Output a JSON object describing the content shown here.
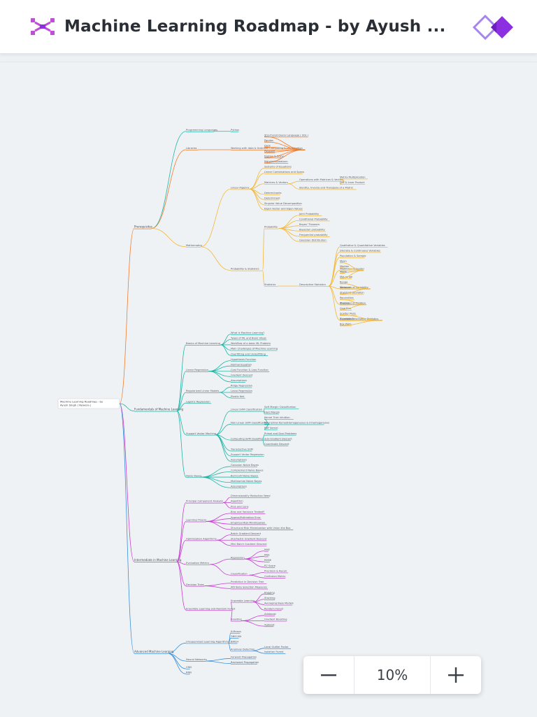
{
  "header": {
    "title": "Machine Learning Roadmap - by Ayush ...",
    "logo_icon": "mindmap-cross-icon",
    "brand_icon": "double-diamond-logo-icon"
  },
  "colors": {
    "accent": "#8b2fe0",
    "orange": "#f07a2a",
    "yellow": "#f2b83a",
    "red": "#e23a4e",
    "teal": "#1fb5a5",
    "magenta": "#c43fcf",
    "blue": "#3a8fd9"
  },
  "zoom": {
    "level": "10%",
    "minus_icon": "minus-icon",
    "plus_icon": "plus-icon"
  },
  "mindmap": {
    "root": "Machine Learning Roadmap - by Ayush Singh ( Newera )",
    "branches": [
      {
        "label": "Prerequisites",
        "children": [
          {
            "label": "Programming Languages",
            "children": [
              {
                "label": "Python"
              }
            ]
          },
          {
            "label": "Libraries",
            "children": [
              {
                "label": "Working with data & Scientific Computing & Visualization",
                "children": [
                  {
                    "label": "Structured Query Language ( SQL )"
                  },
                  {
                    "label": "Pandas"
                  },
                  {
                    "label": "Dask"
                  },
                  {
                    "label": "Polypore"
                  },
                  {
                    "label": "Numpy & Scipy"
                  },
                  {
                    "label": "Matplotlib/seaborn"
                  }
                ]
              }
            ]
          },
          {
            "label": "Mathematics",
            "children": [
              {
                "label": "Linear Algebra",
                "children": [
                  {
                    "label": "Systems of Equations"
                  },
                  {
                    "label": "Linear Combinations and Spans"
                  },
                  {
                    "label": "Matrices & Vectors",
                    "children": [
                      {
                        "label": "Operations with Matrices & Vectors",
                        "children": [
                          {
                            "label": "Matrix Multiplication"
                          },
                          {
                            "label": "Dot & Inner Product"
                          }
                        ]
                      },
                      {
                        "label": "Identity, Inverse and Transpose of a Matrix"
                      }
                    ]
                  },
                  {
                    "label": "Determinants"
                  },
                  {
                    "label": "Determinant"
                  },
                  {
                    "label": "Singular Value Decomposition"
                  },
                  {
                    "label": "Eigen Vector and Eigen Values"
                  }
                ]
              },
              {
                "label": "Probability & Statistics",
                "children": [
                  {
                    "label": "Probability",
                    "children": [
                      {
                        "label": "Joint Probability"
                      },
                      {
                        "label": "Conditional Probability"
                      },
                      {
                        "label": "Bayes' Theorem"
                      },
                      {
                        "label": "Bayesian probability"
                      },
                      {
                        "label": "Frequentist probability"
                      },
                      {
                        "label": "Gaussian Distribution"
                      }
                    ]
                  },
                  {
                    "label": "Statistics",
                    "children": [
                      {
                        "label": "Descriptive Statistics",
                        "children": [
                          {
                            "label": "Qualitative & Quantitative Variables"
                          },
                          {
                            "label": "Discrete & Continuous Variables"
                          },
                          {
                            "label": "Population & Sample"
                          },
                          {
                            "label": "Measures of Center",
                            "children": [
                              {
                                "label": "Mean"
                              },
                              {
                                "label": "Median"
                              },
                              {
                                "label": "Mode"
                              },
                              {
                                "label": "Mid-range"
                              }
                            ]
                          },
                          {
                            "label": "Measures of Variability",
                            "children": [
                              {
                                "label": "Range"
                              },
                              {
                                "label": "Variance"
                              },
                              {
                                "label": "Standard Deviation"
                              }
                            ]
                          },
                          {
                            "label": "Measures of Position",
                            "children": [
                              {
                                "label": "Percentiles"
                              },
                              {
                                "label": "Z-score"
                              },
                              {
                                "label": "Quartiles"
                              }
                            ]
                          },
                          {
                            "label": "Bivariate Descriptive Statistics",
                            "children": [
                              {
                                "label": "Scatter Plots"
                              },
                              {
                                "label": "Correlation"
                              },
                              {
                                "label": "Box Plots"
                              }
                            ]
                          }
                        ]
                      }
                    ]
                  }
                ]
              }
            ]
          }
        ]
      },
      {
        "label": "Fundamentals of Machine Learning",
        "children": [
          {
            "label": "Basics of Machine Learning",
            "children": [
              {
                "label": "What is Machine Learning?"
              },
              {
                "label": "Types of ML and Basic Steps"
              },
              {
                "label": "Workflow of a basic ML Problem"
              },
              {
                "label": "Main Challenges of Machine Learning"
              },
              {
                "label": "Overfitting and Underfitting"
              }
            ]
          },
          {
            "label": "Linear Regression",
            "children": [
              {
                "label": "Hypothesis Function"
              },
              {
                "label": "Normal Equation"
              },
              {
                "label": "Cost Function & Loss Function"
              },
              {
                "label": "Gradient Descent"
              },
              {
                "label": "Assumptions"
              }
            ]
          },
          {
            "label": "Regularized Linear Models",
            "children": [
              {
                "label": "Ridge Regression"
              },
              {
                "label": "Lasso Regression"
              },
              {
                "label": "Elastic Net"
              }
            ]
          },
          {
            "label": "Logistic Regression"
          },
          {
            "label": "Support Vector Machine",
            "children": [
              {
                "label": "Linear SVM Classification",
                "children": [
                  {
                    "label": "Soft Margin Classification"
                  },
                  {
                    "label": "Hard Margin"
                  }
                ]
              },
              {
                "label": "Non Linear SVM Classification",
                "children": [
                  {
                    "label": "Kernel Trick Intuition"
                  },
                  {
                    "label": "Polynomial Kernel/Homogeneous & Inhomogeneous"
                  },
                  {
                    "label": "RBF Kernel"
                  }
                ]
              },
              {
                "label": "Computing SVM Classifier",
                "children": [
                  {
                    "label": "Primal and Dual Problems"
                  },
                  {
                    "label": "Sub-Gradient Descent"
                  },
                  {
                    "label": "Coordinate Descent"
                  }
                ]
              },
              {
                "label": "Transductive SVM"
              },
              {
                "label": "Support Vector Regression"
              },
              {
                "label": "Assumptions"
              }
            ]
          },
          {
            "label": "Naive Bayes",
            "children": [
              {
                "label": "Gaussian Naive Bayes"
              },
              {
                "label": "Complement Naive Bayes"
              },
              {
                "label": "Bernoulli Naive Bayes"
              },
              {
                "label": "Multinomial Naive Bayes"
              },
              {
                "label": "Assumptions"
              }
            ]
          }
        ]
      },
      {
        "label": "Intermediate in Machine Learning",
        "children": [
          {
            "label": "Principal Component Analysis",
            "children": [
              {
                "label": "Dimensionality Reduction Need"
              },
              {
                "label": "Algorithm"
              },
              {
                "label": "Pros and Cons"
              }
            ]
          },
          {
            "label": "Learning Theory",
            "children": [
              {
                "label": "Bias and Variance Tradeoff"
              },
              {
                "label": "Approx/Estimation Error"
              },
              {
                "label": "Empirical Risk Minimization"
              },
              {
                "label": "Structural Risk Minimization with Union the Box"
              }
            ]
          },
          {
            "label": "Optimization Algorithms",
            "children": [
              {
                "label": "Batch Gradient Descent"
              },
              {
                "label": "Stochastic Gradient Descent"
              },
              {
                "label": "Mini Batch Gradient Descent"
              }
            ]
          },
          {
            "label": "Evaluation Metrics",
            "children": [
              {
                "label": "Regression",
                "children": [
                  {
                    "label": "MAE"
                  },
                  {
                    "label": "MSE"
                  },
                  {
                    "label": "RMSE"
                  },
                  {
                    "label": "R2 Score"
                  }
                ]
              },
              {
                "label": "Classification",
                "children": [
                  {
                    "label": "Precision & Recall"
                  },
                  {
                    "label": "Confusion Matrix"
                  }
                ]
              }
            ]
          },
          {
            "label": "Decision Trees",
            "children": [
              {
                "label": "Prediction in Decision Tree"
              },
              {
                "label": "Attribute Selection Measures"
              }
            ]
          },
          {
            "label": "Ensemble Learning and Random Forest",
            "children": [
              {
                "label": "Ensemble Learning",
                "children": [
                  {
                    "label": "Bagging"
                  },
                  {
                    "label": "Stacking"
                  },
                  {
                    "label": "Averaging Base Models"
                  },
                  {
                    "label": "Random Forest"
                  }
                ]
              },
              {
                "label": "Boosting",
                "children": [
                  {
                    "label": "Adaboost"
                  },
                  {
                    "label": "Gradient Boosting"
                  },
                  {
                    "label": "Xgboost"
                  }
                ]
              }
            ]
          }
        ]
      },
      {
        "label": "Advanced Machine Learning",
        "children": [
          {
            "label": "Unsupervised Learning Algorithms",
            "children": [
              {
                "label": "K-Means"
              },
              {
                "label": "DBSCAN"
              },
              {
                "label": "BIRCH"
              },
              {
                "label": "Anomaly Detection",
                "children": [
                  {
                    "label": "Local Outlier Factor"
                  },
                  {
                    "label": "Isolation Forest"
                  }
                ]
              }
            ]
          },
          {
            "label": "Neural Networks",
            "children": [
              {
                "label": "Forward Propagation"
              },
              {
                "label": "Backward Propagation"
              }
            ]
          },
          {
            "label": "CNN"
          },
          {
            "label": "RNN"
          }
        ]
      }
    ]
  }
}
